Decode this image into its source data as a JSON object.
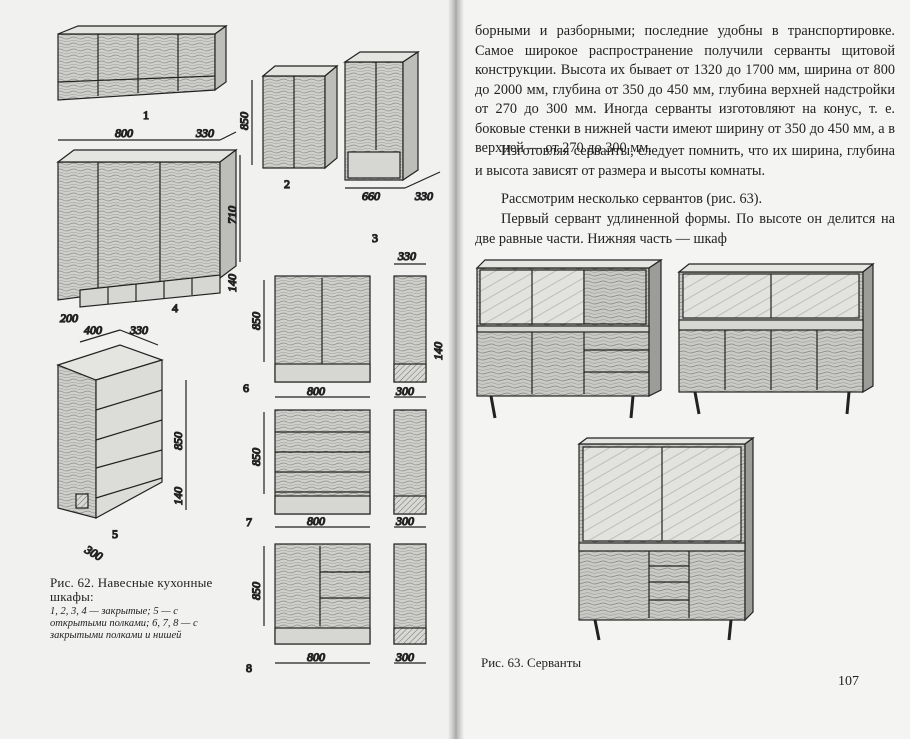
{
  "left_page": {
    "figure_numbers": [
      "1",
      "2",
      "3",
      "4",
      "5",
      "6",
      "7",
      "8"
    ],
    "dimensions": {
      "f4_width": "800",
      "f4_depth": "330",
      "f2_height": "850",
      "f4_height": "710",
      "f4_plinth": "140",
      "f4_side": "200",
      "f3_width": "660",
      "f3_depth": "330",
      "f5_width": "400",
      "f5_depth": "330",
      "f5_height": "850",
      "f5_plinth": "140",
      "f5_side": "300",
      "f6_height": "850",
      "f6_width": "800",
      "f6_depth_top": "330",
      "f6_plinth": "140",
      "f6_depth": "300",
      "f7_height": "850",
      "f7_width": "800",
      "f7_depth": "300",
      "f8_height": "850",
      "f8_width": "800",
      "f8_depth": "300"
    },
    "caption": {
      "title": "Рис. 62. Навесные кухонные шкафы:",
      "legend": "1, 2, 3, 4 — закрытые; 5 — с открытыми полками; 6, 7, 8 — с закрытыми полками и нишей"
    }
  },
  "right_page": {
    "paragraphs": [
      "борными и разборными; последние удобны в транспортировке. Самое широкое распространение получили серванты щитовой конструкции. Высота их бывает от 1320 до 1700 мм, ширина от 800 до 2000 мм, глубина от 350 до 450 мм, глубина верхней надстройки от 270 до 300 мм. Иногда серванты изготовляют на конус, т. е. боковые стенки в нижней части имеют ширину от 350 до 450 мм, а в верхней — от 270 до 300 мм.",
      "Изготовляя серванты, следует помнить, что их ширина, глубина и высота зависят от размера и высоты комнаты.",
      "Рассмотрим несколько сервантов (рис. 63).",
      "Первый сервант удлиненной формы. По высоте он делится на две равные части. Нижняя часть — шкаф"
    ],
    "caption": "Рис. 63. Серванты",
    "page_number": "107"
  },
  "colors": {
    "paper": "#f1f1ef",
    "ink": "#222222",
    "wood": "#b9b9b5"
  }
}
